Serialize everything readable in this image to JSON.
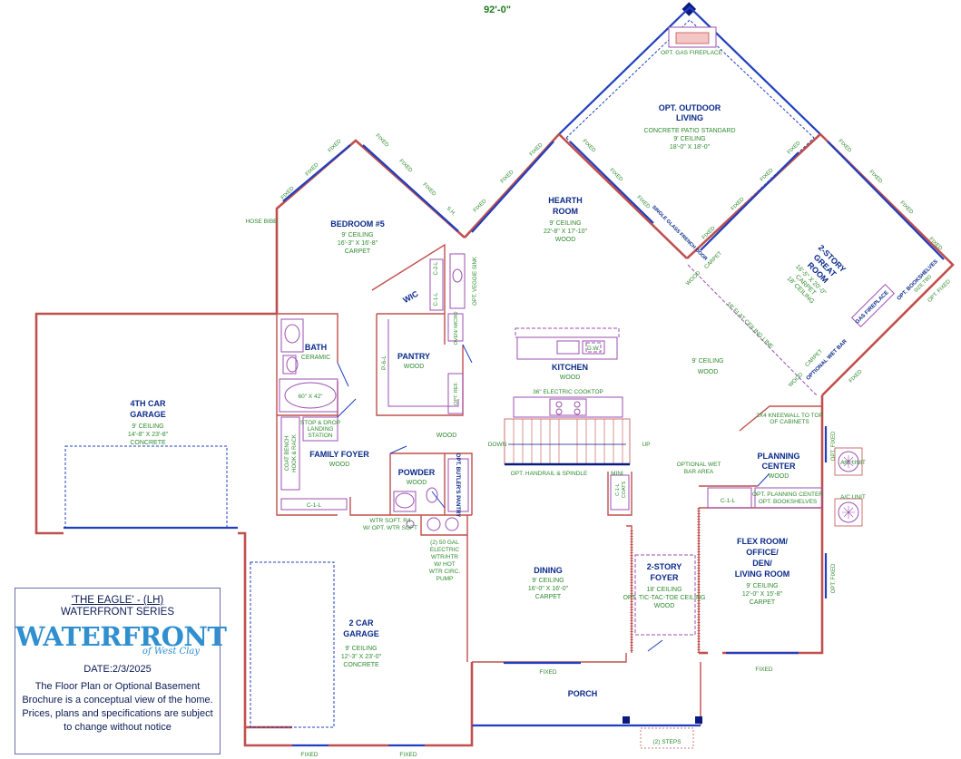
{
  "dimension": "92'-0\"",
  "legend": {
    "title": "'THE EAGLE' - (LH)",
    "series": "WATERFRONT SERIES",
    "logo_word": "WATERFRONT",
    "logo_sub": "of West Clay",
    "date": "DATE:2/3/2025",
    "disclaimer": "The Floor Plan or Optional Basement Brochure is a conceptual view of the home.  Prices, plans and specifications are subject to change without notice"
  },
  "rooms": {
    "outdoor": {
      "name1": "OPT. OUTDOOR",
      "name2": "LIVING",
      "l1": "CONCRETE PATIO STANDARD",
      "l2": "9' CEILING",
      "l3": "18'-0\" X 18'-0\""
    },
    "bedroom5": {
      "name": "BEDROOM #5",
      "l1": "9' CEILING",
      "l2": "16'-3\" X 16'-8\"",
      "l3": "CARPET"
    },
    "hearth": {
      "name1": "HEARTH",
      "name2": "ROOM",
      "l1": "9' CEILING",
      "l2": "22'-8\" X 17'-10\"",
      "l3": "WOOD"
    },
    "great": {
      "name1": "2-STORY",
      "name2": "GREAT",
      "name3": "ROOM",
      "l1": "16'-5\" X 20'-0\"",
      "l2": "CARPET",
      "l3": "18' CEILING"
    },
    "bath": {
      "name": "BATH",
      "l1": "CERAMIC"
    },
    "pantry": {
      "name": "PANTRY",
      "l1": "WOOD"
    },
    "wic": {
      "name": "WIC"
    },
    "kitchen": {
      "name": "KITCHEN",
      "l1": "WOOD"
    },
    "garage4": {
      "name1": "4TH CAR",
      "name2": "GARAGE",
      "l1": "9' CEILING",
      "l2": "14'-8\" X 23'-8\"",
      "l3": "CONCRETE"
    },
    "foyer_family": {
      "name": "FAMILY FOYER",
      "l1": "WOOD"
    },
    "powder": {
      "name": "POWDER",
      "l1": "WOOD"
    },
    "planning": {
      "name1": "PLANNING",
      "name2": "CENTER",
      "l1": "WOOD"
    },
    "dining": {
      "name": "DINING",
      "l1": "9' CEILING",
      "l2": "16'-0\" X 16'-0\"",
      "l3": "CARPET"
    },
    "foyer2": {
      "name1": "2-STORY",
      "name2": "FOYER",
      "l1": "18' CEILING",
      "l2": "OPT. TIC-TAC-TOE CEILING",
      "l3": "WOOD"
    },
    "flex": {
      "name1": "FLEX ROOM/",
      "name2": "OFFICE/",
      "name3": "DEN/",
      "name4": "LIVING ROOM",
      "l1": "9' CEILING",
      "l2": "12'-0\" X 15'-8\"",
      "l3": "CARPET"
    },
    "garage2": {
      "name1": "2 CAR",
      "name2": "GARAGE",
      "l1": "9' CEILING",
      "l2": "12'-3\" X 23'-0\"",
      "l3": "CONCRETE"
    },
    "porch": {
      "name": "PORCH"
    }
  },
  "labels": {
    "fireplace_opt": "OPT. GAS FIREPLACE",
    "fireplace": "GAS FIREPLACE",
    "fixed": "FIXED",
    "sh": "S.H.",
    "hose": "HOSE BIBB",
    "french_door": "SINGLE GLASS FRENCH DOOR",
    "carpet": "CARPET",
    "wood": "WOOD",
    "bookshelves": "OPT. BOOKSHELVES",
    "size_tbd": "SIZE TBD",
    "flat_ceiling": "18' FLAT CEILING LINE",
    "ceiling9": "9' CEILING",
    "wet_bar_opt": "OPTIONAL WET BAR",
    "veggie": "OPT. VEGGIE SINK",
    "c2l": "C-2-L",
    "c1l": "C-1-L",
    "p6l": "P-6-L",
    "oven": "OVEN/ MICRO",
    "ref": "OPT. REF.",
    "dw": "D.W.",
    "cooktop": "36\" ELECTRIC COOKTOP",
    "down": "DOWN",
    "up": "UP",
    "handrail": "OPT. HANDRAIL & SPINDLE",
    "tub": "60\" X 42\"",
    "stop_drop": "STOP & DROP LANDING STATION",
    "coat_bench": "COAT BENCH HOOK & RACK",
    "knee_wall": "2X4 KNEEWALL TO TOP OF CABINETS",
    "wet_bar_area": "OPTIONAL WET BAR AREA",
    "ac": "A/C UNIT",
    "plan_opt": "OPT. PLANNING CENTER OPT. BOOKSHELVES",
    "wtr_soft": "WTR SOFT. R/I W/ OPT. WTR SOFT",
    "heater": "(2) 50 GAL ELECTRIC WTR/HTR W/ HOT WTR CIRC. PUMP",
    "butler": "OPT. BUTLER'S PANTRY",
    "coats": "COATS",
    "mini": "MINI",
    "steps": "(2) STEPS",
    "opt_fixed": "OPT. FIXED"
  }
}
